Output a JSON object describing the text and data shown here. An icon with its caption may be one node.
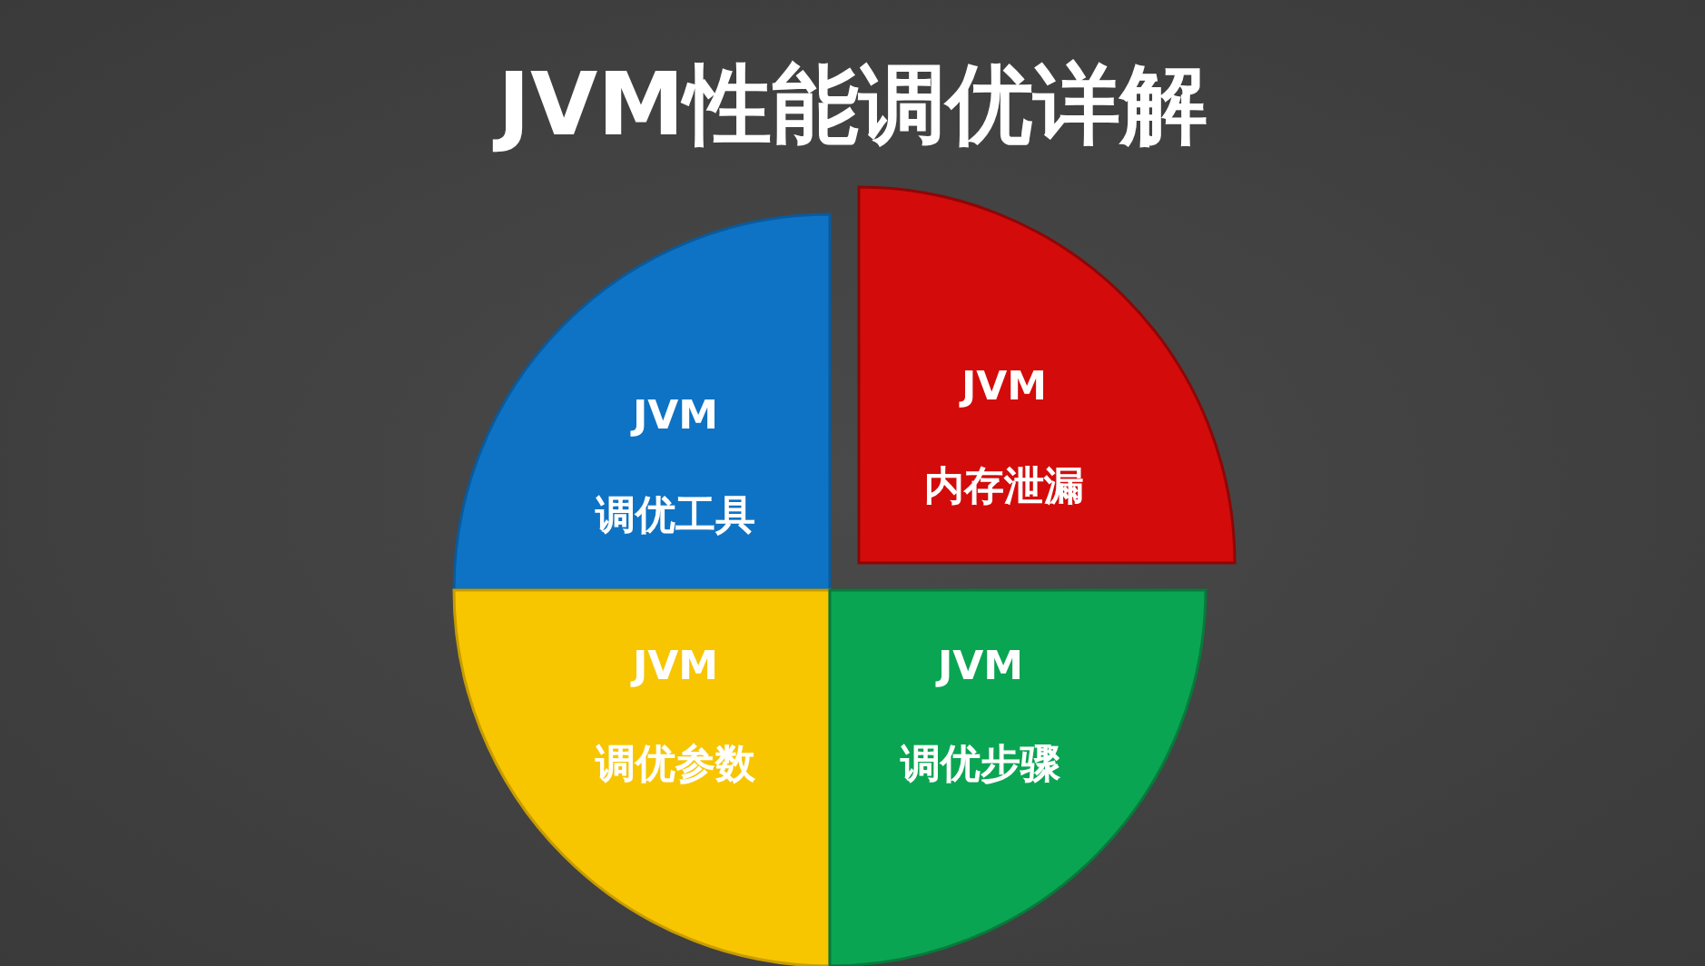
{
  "diagram": {
    "title": "JVM性能调优详解",
    "nodes": [
      {
        "text": [
          "JVM",
          "调优工具"
        ]
      },
      {
        "text": [
          "JVM",
          "内存泄漏"
        ]
      },
      {
        "text": [
          "JVM",
          "调优参数"
        ]
      },
      {
        "text": [
          "JVM",
          "调优步骤"
        ]
      }
    ]
  }
}
